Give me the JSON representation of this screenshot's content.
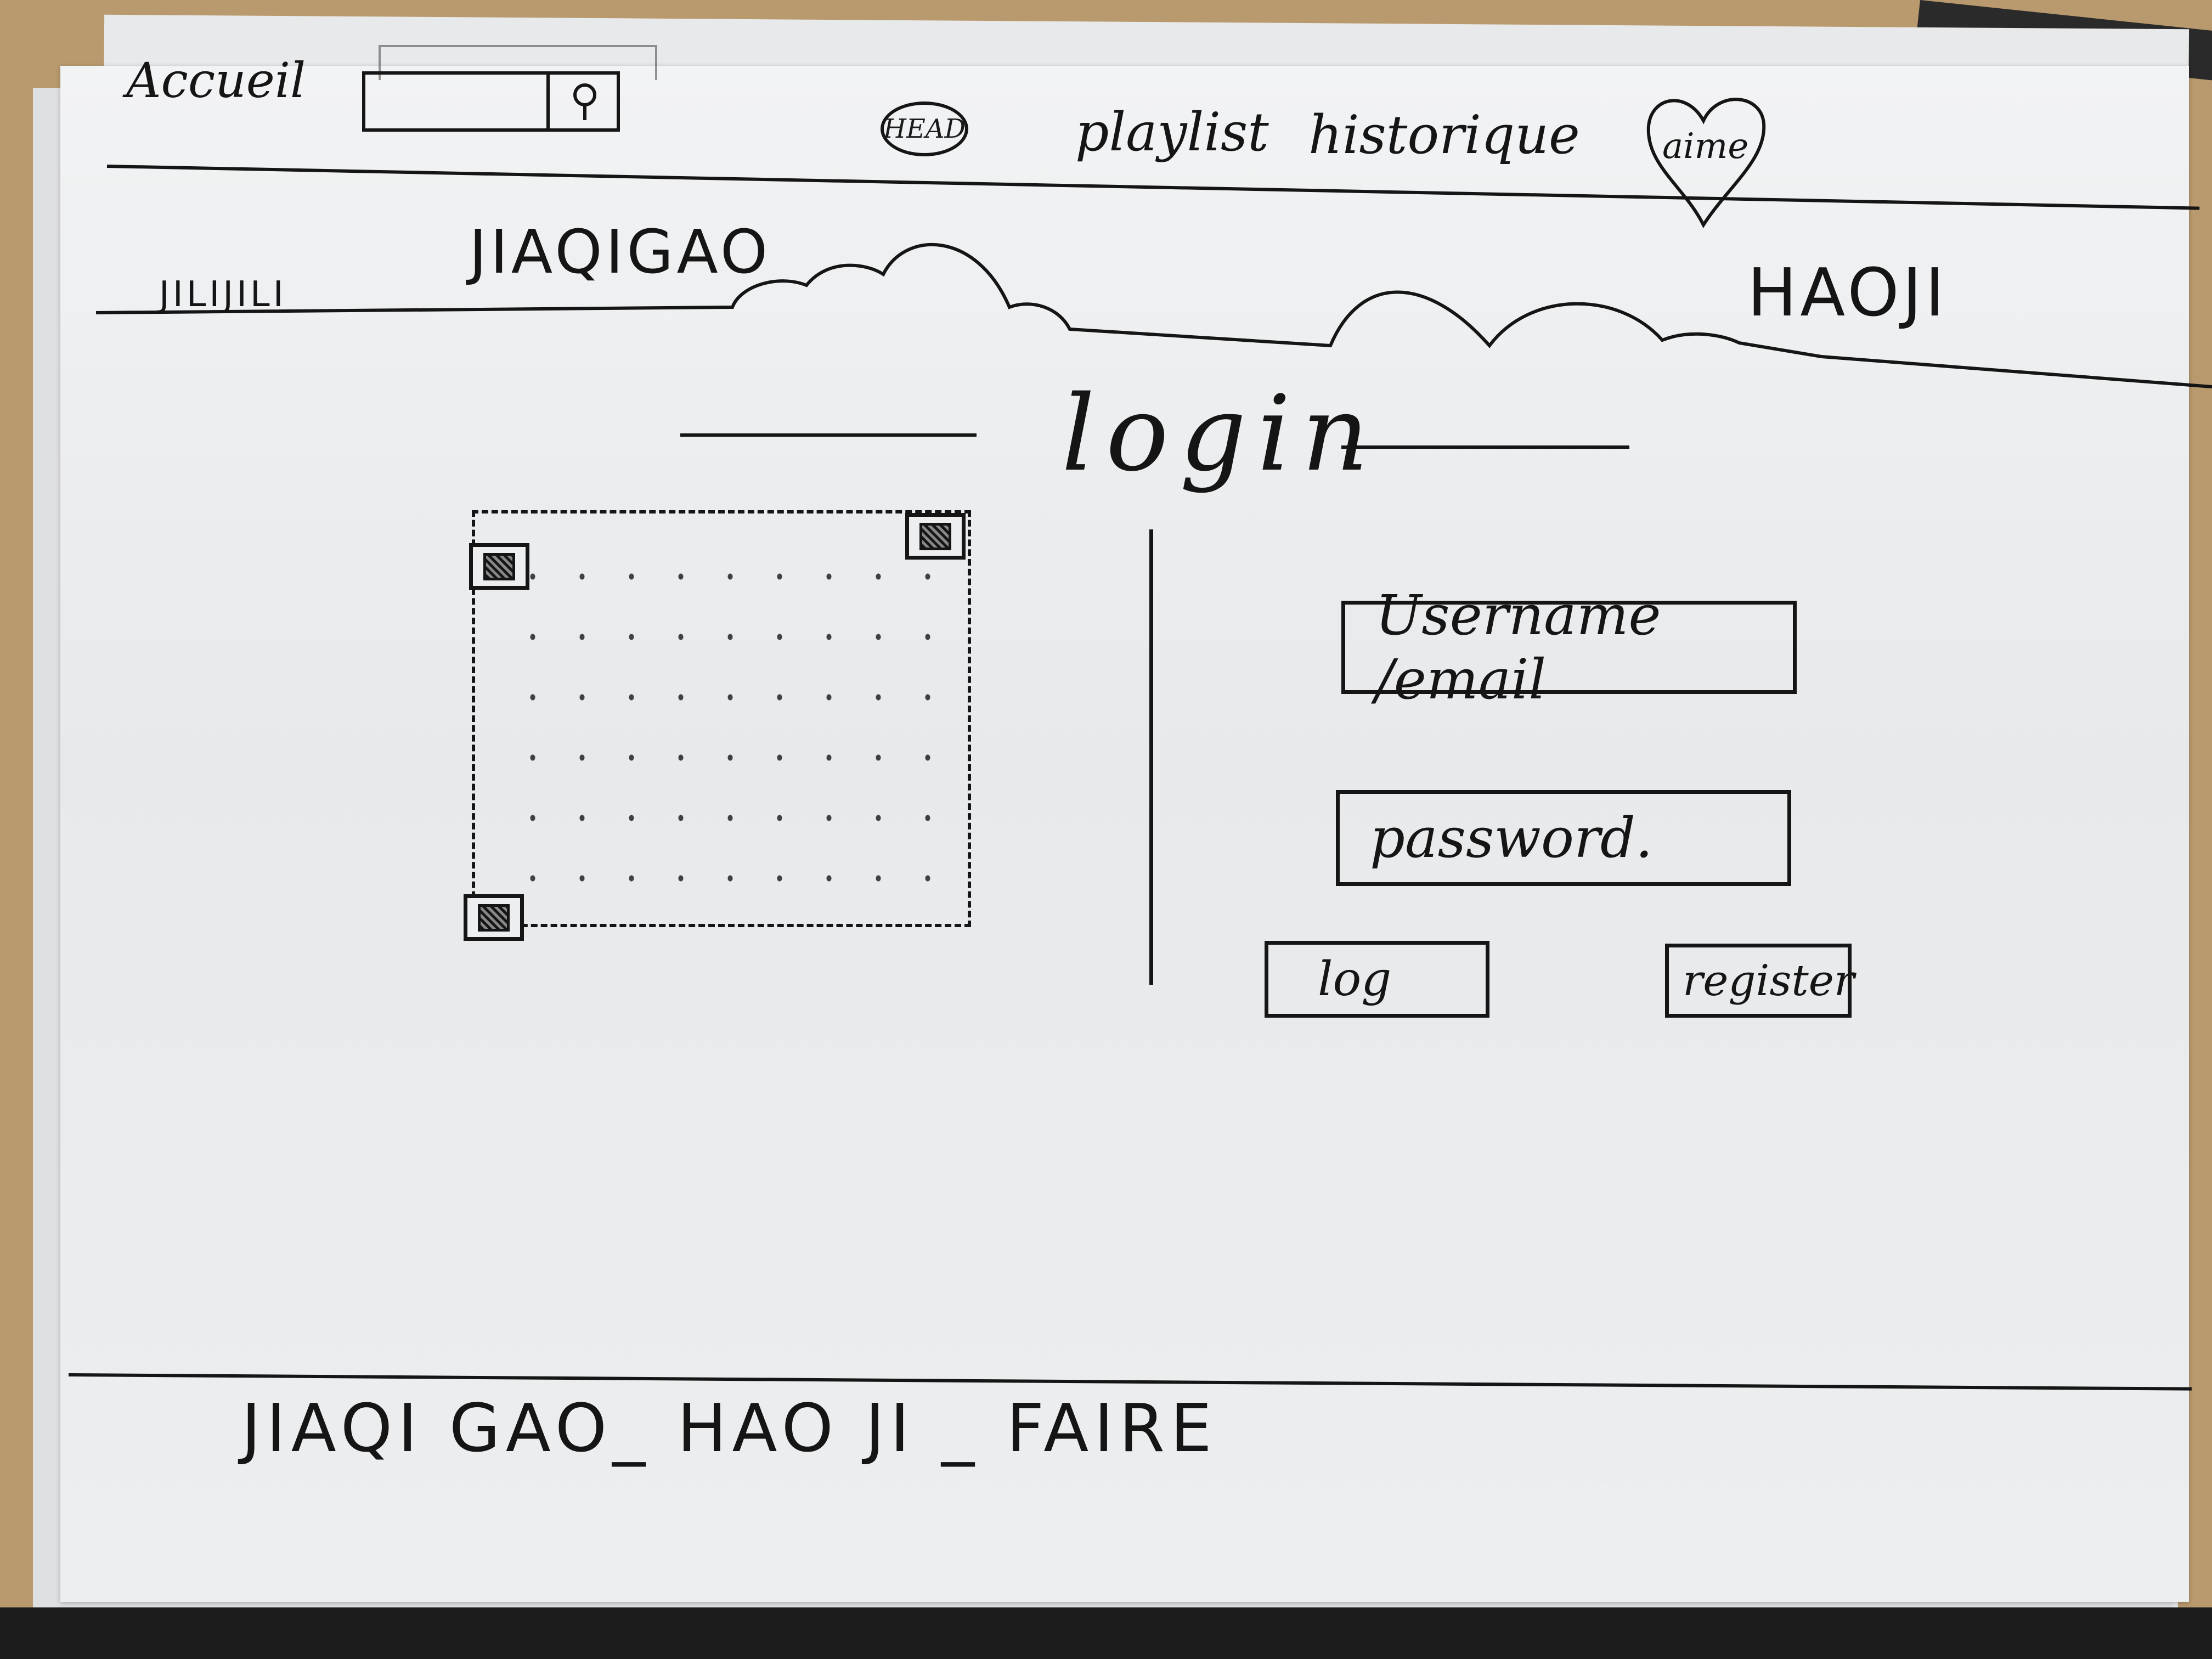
{
  "nav": {
    "home_label": "Accueil",
    "avatar_label": "HEAD",
    "playlist_label": "playlist",
    "history_label": "historique",
    "favorite_label": "aime"
  },
  "banner": {
    "logo_text": "JILIJILI",
    "left_name": "JIAQIGAO",
    "right_name": "HAOJI"
  },
  "login": {
    "title": "login",
    "username_placeholder": "Username /email",
    "password_placeholder": "password.",
    "log_button": "log",
    "register_button": "register"
  },
  "footer": {
    "text": "JIAQI  GAO_ HAO JI _ FAIRE"
  },
  "icons": {
    "search": "search-icon",
    "favorite": "heart-icon",
    "avatar": "avatar-icon",
    "qr": "qr-code-icon"
  },
  "colors": {
    "ink": "#151515",
    "paper": "#eceef0"
  }
}
